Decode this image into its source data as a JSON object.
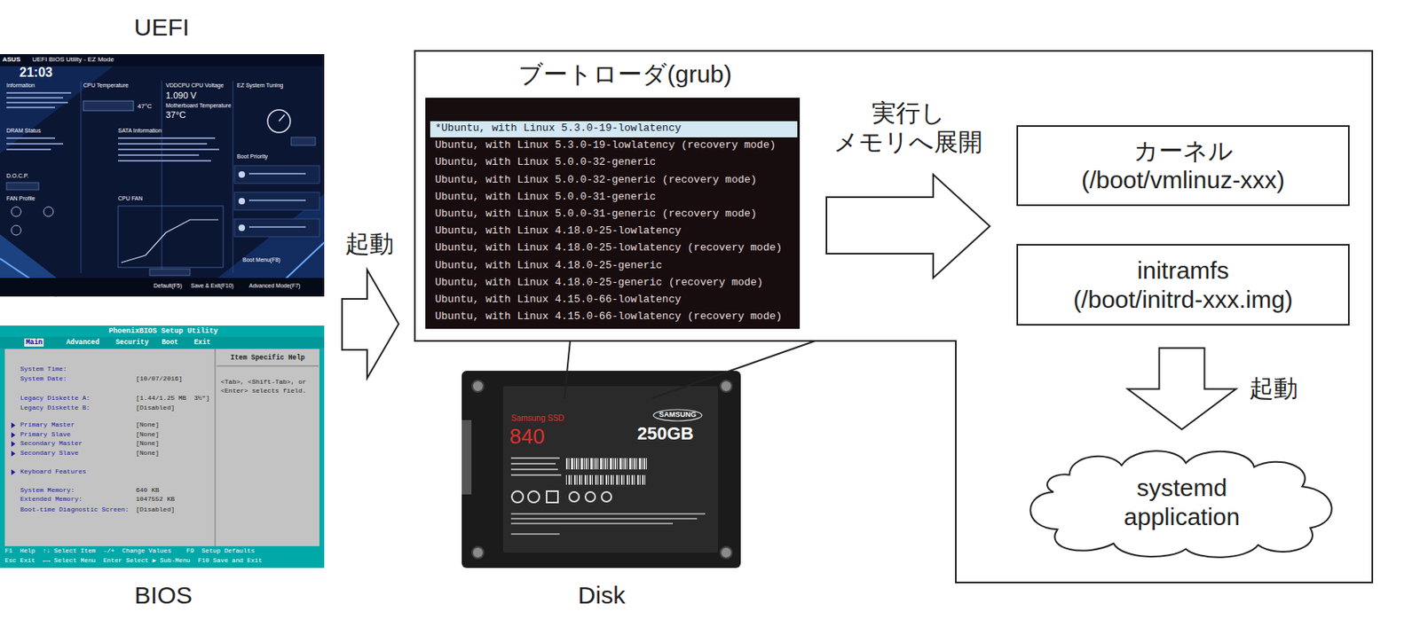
{
  "diagram": {
    "nodes": [
      {
        "text": [
          "ブートローダ(grub)"
        ]
      },
      {
        "text": [
          "カーネル",
          "(/boot/vmlinuz-xxx)"
        ],
        "in": 0
      },
      {
        "text": [
          "initramfs",
          "(/boot/initrd-xxx.img)"
        ],
        "in": 0
      },
      {
        "text": [
          "systemd",
          "application"
        ],
        "in": 0
      }
    ],
    "edges": [
      {
        "from": 2,
        "to": 3,
        "arrow": "to",
        "label": "起動"
      }
    ],
    "labels": [
      "UEFI",
      "BIOS",
      "起動",
      "実行し メモリへ展開",
      "Disk",
      "*Ubuntu, with Linux 5.3.0-19-lowlatency",
      "Ubuntu, with Linux 5.3.0-19-lowlatency (recovery mode)",
      "Ubuntu, with Linux 5.0.0-32-generic",
      "Ubuntu, with Linux 5.0.0-32-generic (recovery mode)",
      "Ubuntu, with Linux 5.0.0-31-generic",
      "Ubuntu, with Linux 5.0.0-31-generic (recovery mode)",
      "Ubuntu, with Linux 4.18.0-25-lowlatency",
      "Ubuntu, with Linux 4.18.0-25-lowlatency (recovery mode)",
      "Ubuntu, with Linux 4.18.0-25-generic",
      "Ubuntu, with Linux 4.18.0-25-generic (recovery mode)",
      "Ubuntu, with Linux 4.15.0-66-lowlatency",
      "Ubuntu, with Linux 4.15.0-66-lowlatency (recovery mode)",
      "ASUS",
      "UEFI BIOS Utility - EZ Mode",
      "21:03",
      "Information",
      "CPU Temperature",
      "VDDCPU CPU Voltage",
      "1.090 V",
      "Motherboard Temperature",
      "37°C",
      "47°C",
      "EZ System Tuning",
      "DRAM Status",
      "SATA Information",
      "D.O.C.P.",
      "FAN Profile",
      "CPU FAN",
      "Boot Priority",
      "Boot Menu(F8)",
      "Default(F5)",
      "Save & Exit(F10)",
      "Advanced Mode(F7)",
      "PhoenixBIOS Setup Utility",
      "Main",
      "Advanced",
      "Security",
      "Boot",
      "Exit",
      "System Time:",
      "System Date:",
      "[10/07/2016]",
      "Legacy Diskette A:",
      "[1.44/1.25 MB  3½\"]",
      "Legacy Diskette B:",
      "[Disabled]",
      "Primary Master",
      "[None]",
      "Primary Slave",
      "[None]",
      "Secondary Master",
      "[None]",
      "Secondary Slave",
      "[None]",
      "Keyboard Features",
      "System Memory:",
      "640 KB",
      "Extended Memory:",
      "1047552 KB",
      "Boot-time Diagnostic Screen:",
      "[Disabled]",
      "Item Specific Help",
      "<Tab>, <Shift-Tab>, or",
      "<Enter> selects field.",
      "F1  Help  ↑↓ Select Item  -/+  Change Values    F9  Setup Defaults",
      "Esc Exit  ←→ Select Menu  Enter Select ▶ Sub-Menu  F10 Save and Exit",
      "Samsung SSD",
      "840",
      "SAMSUNG",
      "250GB"
    ]
  }
}
